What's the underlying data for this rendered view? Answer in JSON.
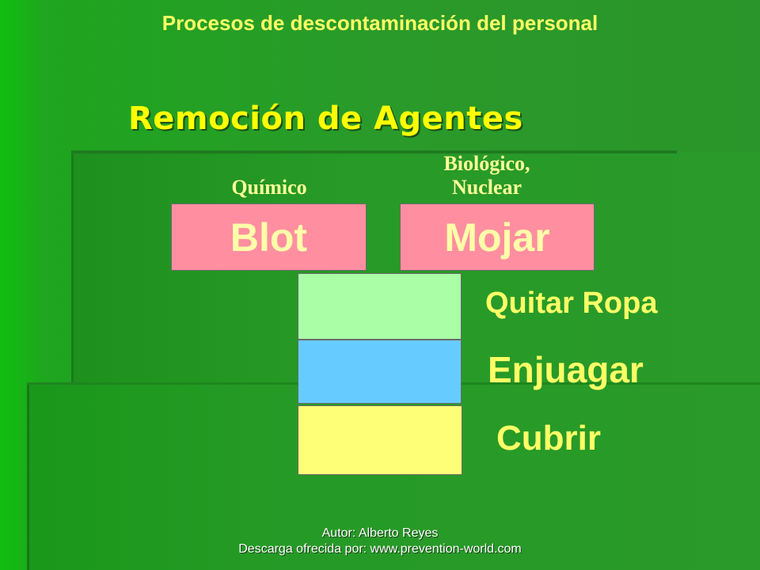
{
  "slide": {
    "title": "Procesos de descontaminación del personal",
    "subtitle": "Remoción de Agentes",
    "labels": {
      "quimico": "Químico",
      "biologico": "Biológico, Nuclear"
    },
    "boxes": {
      "blot": "Blot",
      "mojar": "Mojar"
    },
    "steps": {
      "quitar_ropa": "Quitar Ropa",
      "enjuagar": "Enjuagar",
      "cubrir": "Cubrir"
    },
    "footer": {
      "author": "Autor: Alberto Reyes",
      "download": "Descarga ofrecida por: www.prevention-world.com"
    }
  },
  "colors": {
    "background": "#2a9a2a",
    "title_text": "#ffff66",
    "pink_box": "#ff8fa0",
    "green_box": "#aaffa6",
    "blue_box": "#66ccff",
    "yellow_box": "#ffff77"
  }
}
